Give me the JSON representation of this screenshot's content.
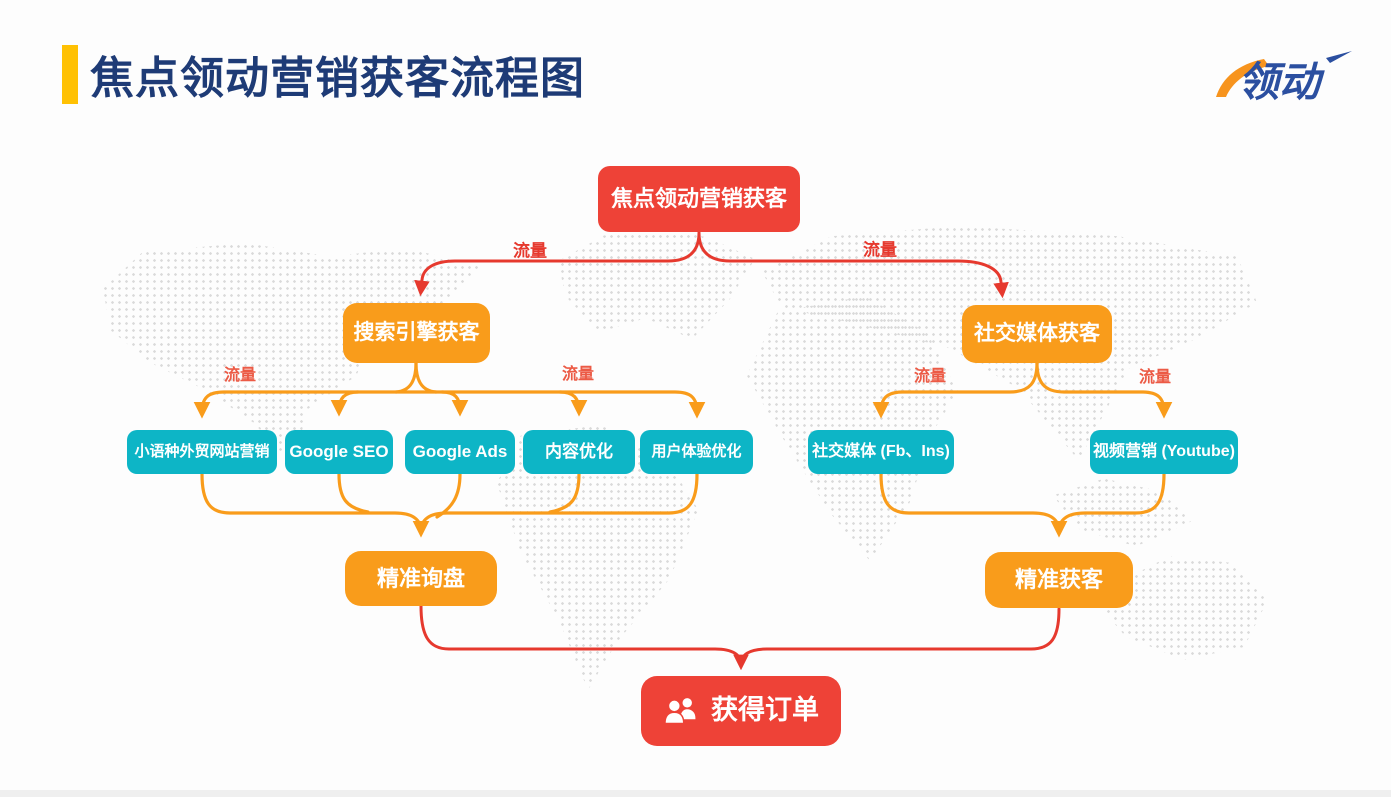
{
  "header": {
    "title": "焦点领动营销获客流程图",
    "accent_color": "#ffc103",
    "title_color": "#1e3b76",
    "logo": {
      "text": "领动",
      "blue": "#2b4fa0",
      "orange": "#f7941e"
    }
  },
  "flow": {
    "traffic_label": "流量",
    "colors": {
      "red_node": "#ee4237",
      "orange_node": "#f99c1b",
      "cyan_node": "#0db5c6",
      "red_arrow": "#e6392e",
      "orange_arrow": "#f99c1b"
    },
    "nodes": [
      {
        "id": "root",
        "label": "焦点领动营销获客"
      },
      {
        "id": "search-engine",
        "label": "搜索引擎获客"
      },
      {
        "id": "social-media",
        "label": "社交媒体获客"
      },
      {
        "id": "minor-language-site",
        "label": "小语种外贸网站营销"
      },
      {
        "id": "google-seo",
        "label": "Google SEO"
      },
      {
        "id": "google-ads",
        "label": "Google Ads"
      },
      {
        "id": "content-optimization",
        "label": "内容优化"
      },
      {
        "id": "ux-optimization",
        "label": "用户体验优化"
      },
      {
        "id": "social-fb-ins",
        "label": "社交媒体 (Fb、Ins)"
      },
      {
        "id": "video-youtube",
        "label": "视频营销 (Youtube)"
      },
      {
        "id": "precise-inquiry",
        "label": "精准询盘"
      },
      {
        "id": "precise-acquisition",
        "label": "精准获客"
      },
      {
        "id": "get-orders",
        "label": "获得订单",
        "icon": "people-icon"
      }
    ]
  }
}
